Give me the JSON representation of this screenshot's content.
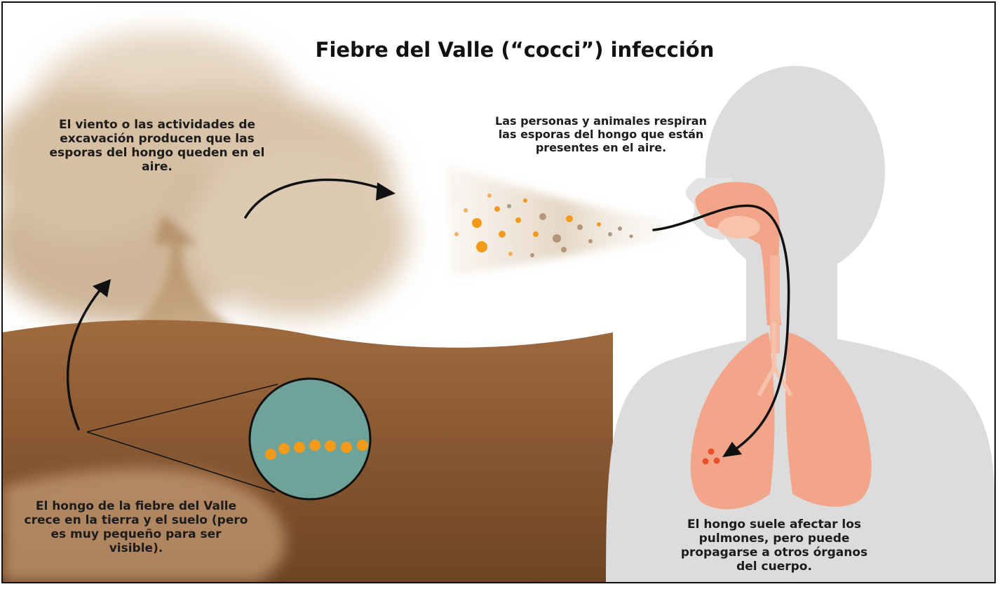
{
  "diagram": {
    "title": "Fiebre del Valle (“cocci”) infección",
    "labels": {
      "wind": "El viento o las actividades de excavación producen que las esporas del hongo queden en el aire.",
      "breathe": "Las personas y animales respiran las esporas del hongo que están presentes en el aire.",
      "soil": "El hongo de la fiebre del Valle crece en la tierra y el suelo (pero es muy pequeño para ser visible).",
      "lungs": "El hongo suele afectar los pulmones, pero puede propagarse a otros órganos del cuerpo."
    },
    "colors": {
      "soil": "#8c5a33",
      "dust": "#c8ad8e",
      "body": "#dcdcdc",
      "organs": "#f3a58a",
      "magnifier": "#6fa39a",
      "spore_orange": "#f49a1a",
      "spore_tan": "#b4977a",
      "infection": "#e8502a",
      "arrow": "#111111"
    }
  }
}
